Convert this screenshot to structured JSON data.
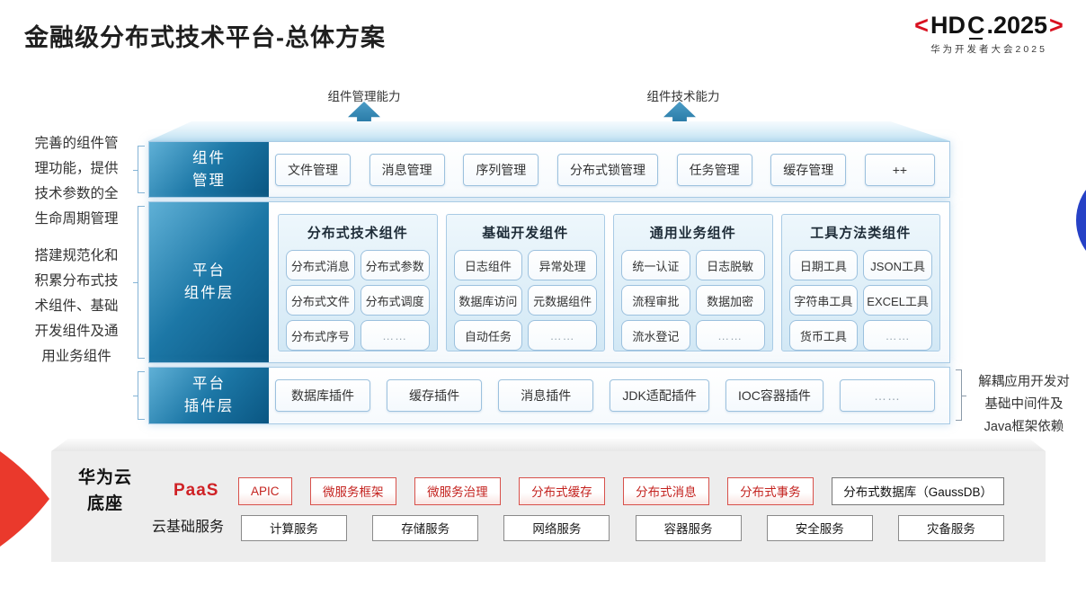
{
  "title": "金融级分布式技术平台-总体方案",
  "logo": {
    "left_bracket": "<",
    "hd": "HD",
    "c_underlined": "C",
    "rest": ".2025",
    "right_bracket": ">",
    "subtitle": "华为开发者大会2025"
  },
  "top_arrows": {
    "left_label": "组件管理能力",
    "right_label": "组件技术能力"
  },
  "left_notes": {
    "note1_lines": [
      "完善的组件管",
      "理功能，提供",
      "技术参数的全",
      "生命周期管理"
    ],
    "note2_lines": [
      "搭建规范化和",
      "积累分布式技",
      "术组件、基础",
      "开发组件及通",
      "用业务组件"
    ]
  },
  "right_note_lines": [
    "解耦应用开发对",
    "基础中间件及",
    "Java框架依赖"
  ],
  "layers": {
    "component_mgmt": {
      "label_lines": [
        "组件",
        "管理"
      ],
      "items": [
        "文件管理",
        "消息管理",
        "序列管理",
        "分布式锁管理",
        "任务管理",
        "缓存管理",
        "++"
      ]
    },
    "platform_components": {
      "label_lines": [
        "平台",
        "组件层"
      ],
      "columns": [
        {
          "title": "分布式技术组件",
          "items": [
            "分布式消息",
            "分布式参数",
            "分布式文件",
            "分布式调度",
            "分布式序号",
            "……"
          ]
        },
        {
          "title": "基础开发组件",
          "items": [
            "日志组件",
            "异常处理",
            "数据库访问",
            "元数据组件",
            "自动任务",
            "……"
          ]
        },
        {
          "title": "通用业务组件",
          "items": [
            "统一认证",
            "日志脱敏",
            "流程审批",
            "数据加密",
            "流水登记",
            "……"
          ]
        },
        {
          "title": "工具方法类组件",
          "items": [
            "日期工具",
            "JSON工具",
            "字符串工具",
            "EXCEL工具",
            "货币工具",
            "……"
          ]
        }
      ]
    },
    "platform_plugins": {
      "label_lines": [
        "平台",
        "插件层"
      ],
      "items": [
        "数据库插件",
        "缓存插件",
        "消息插件",
        "JDK适配插件",
        "IOC容器插件",
        "……"
      ]
    }
  },
  "foundation": {
    "label_lines": [
      "华为云",
      "底座"
    ],
    "paas": {
      "label": "PaaS",
      "items": [
        "APIC",
        "微服务框架",
        "微服务治理",
        "分布式缓存",
        "分布式消息",
        "分布式事务"
      ],
      "db_item": "分布式数据库（GaussDB）"
    },
    "cloud_base": {
      "label": "云基础服务",
      "items": [
        "计算服务",
        "存储服务",
        "网络服务",
        "容器服务",
        "安全服务",
        "灾备服务"
      ]
    }
  },
  "colors": {
    "brand_red": "#d8101f",
    "deep_label_blue": "#0a5682",
    "light_blue_border": "#9cc1de",
    "arrow_blue": "#15729f",
    "foundation_gray": "#ededed",
    "circle_blue": "#2641c6",
    "paas_red": "#c4231f"
  }
}
